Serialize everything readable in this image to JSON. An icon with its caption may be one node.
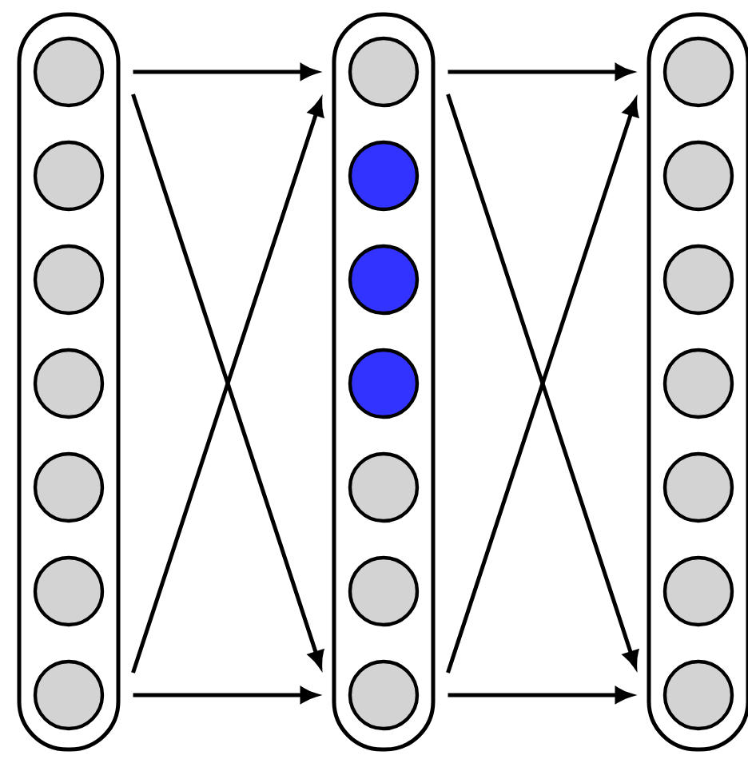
{
  "diagram": {
    "nodes": [
      {
        "text": [],
        "shape": "box"
      },
      {
        "text": [],
        "shape": "circle",
        "in": 0
      },
      {
        "text": [],
        "shape": "circle",
        "in": 0
      },
      {
        "text": [],
        "shape": "circle",
        "in": 0
      },
      {
        "text": [],
        "shape": "circle",
        "in": 0
      },
      {
        "text": [],
        "shape": "circle",
        "in": 0
      },
      {
        "text": [],
        "shape": "circle",
        "in": 0
      },
      {
        "text": [],
        "shape": "circle",
        "in": 0
      },
      {
        "text": [],
        "shape": "box"
      },
      {
        "text": [],
        "shape": "circle",
        "in": 8
      },
      {
        "text": [],
        "shape": "circle",
        "in": 8
      },
      {
        "text": [],
        "shape": "circle",
        "in": 8
      },
      {
        "text": [],
        "shape": "circle",
        "in": 8
      },
      {
        "text": [],
        "shape": "circle",
        "in": 8
      },
      {
        "text": [],
        "shape": "circle",
        "in": 8
      },
      {
        "text": [],
        "shape": "circle",
        "in": 8
      },
      {
        "text": [],
        "shape": "box"
      },
      {
        "text": [],
        "shape": "circle",
        "in": 16
      },
      {
        "text": [],
        "shape": "circle",
        "in": 16
      },
      {
        "text": [],
        "shape": "circle",
        "in": 16
      },
      {
        "text": [],
        "shape": "circle",
        "in": 16
      },
      {
        "text": [],
        "shape": "circle",
        "in": 16
      },
      {
        "text": [],
        "shape": "circle",
        "in": 16
      },
      {
        "text": [],
        "shape": "circle",
        "in": 16
      }
    ],
    "edges": [
      {
        "from": 1,
        "to": 9,
        "arrow": "to"
      },
      {
        "from": 1,
        "to": 15,
        "arrow": "to"
      },
      {
        "from": 7,
        "to": 9,
        "arrow": "to"
      },
      {
        "from": 7,
        "to": 15,
        "arrow": "to"
      },
      {
        "from": 9,
        "to": 17,
        "arrow": "to"
      },
      {
        "from": 9,
        "to": 23,
        "arrow": "to"
      },
      {
        "from": 15,
        "to": 17,
        "arrow": "to"
      },
      {
        "from": 15,
        "to": 23,
        "arrow": "to"
      }
    ]
  }
}
